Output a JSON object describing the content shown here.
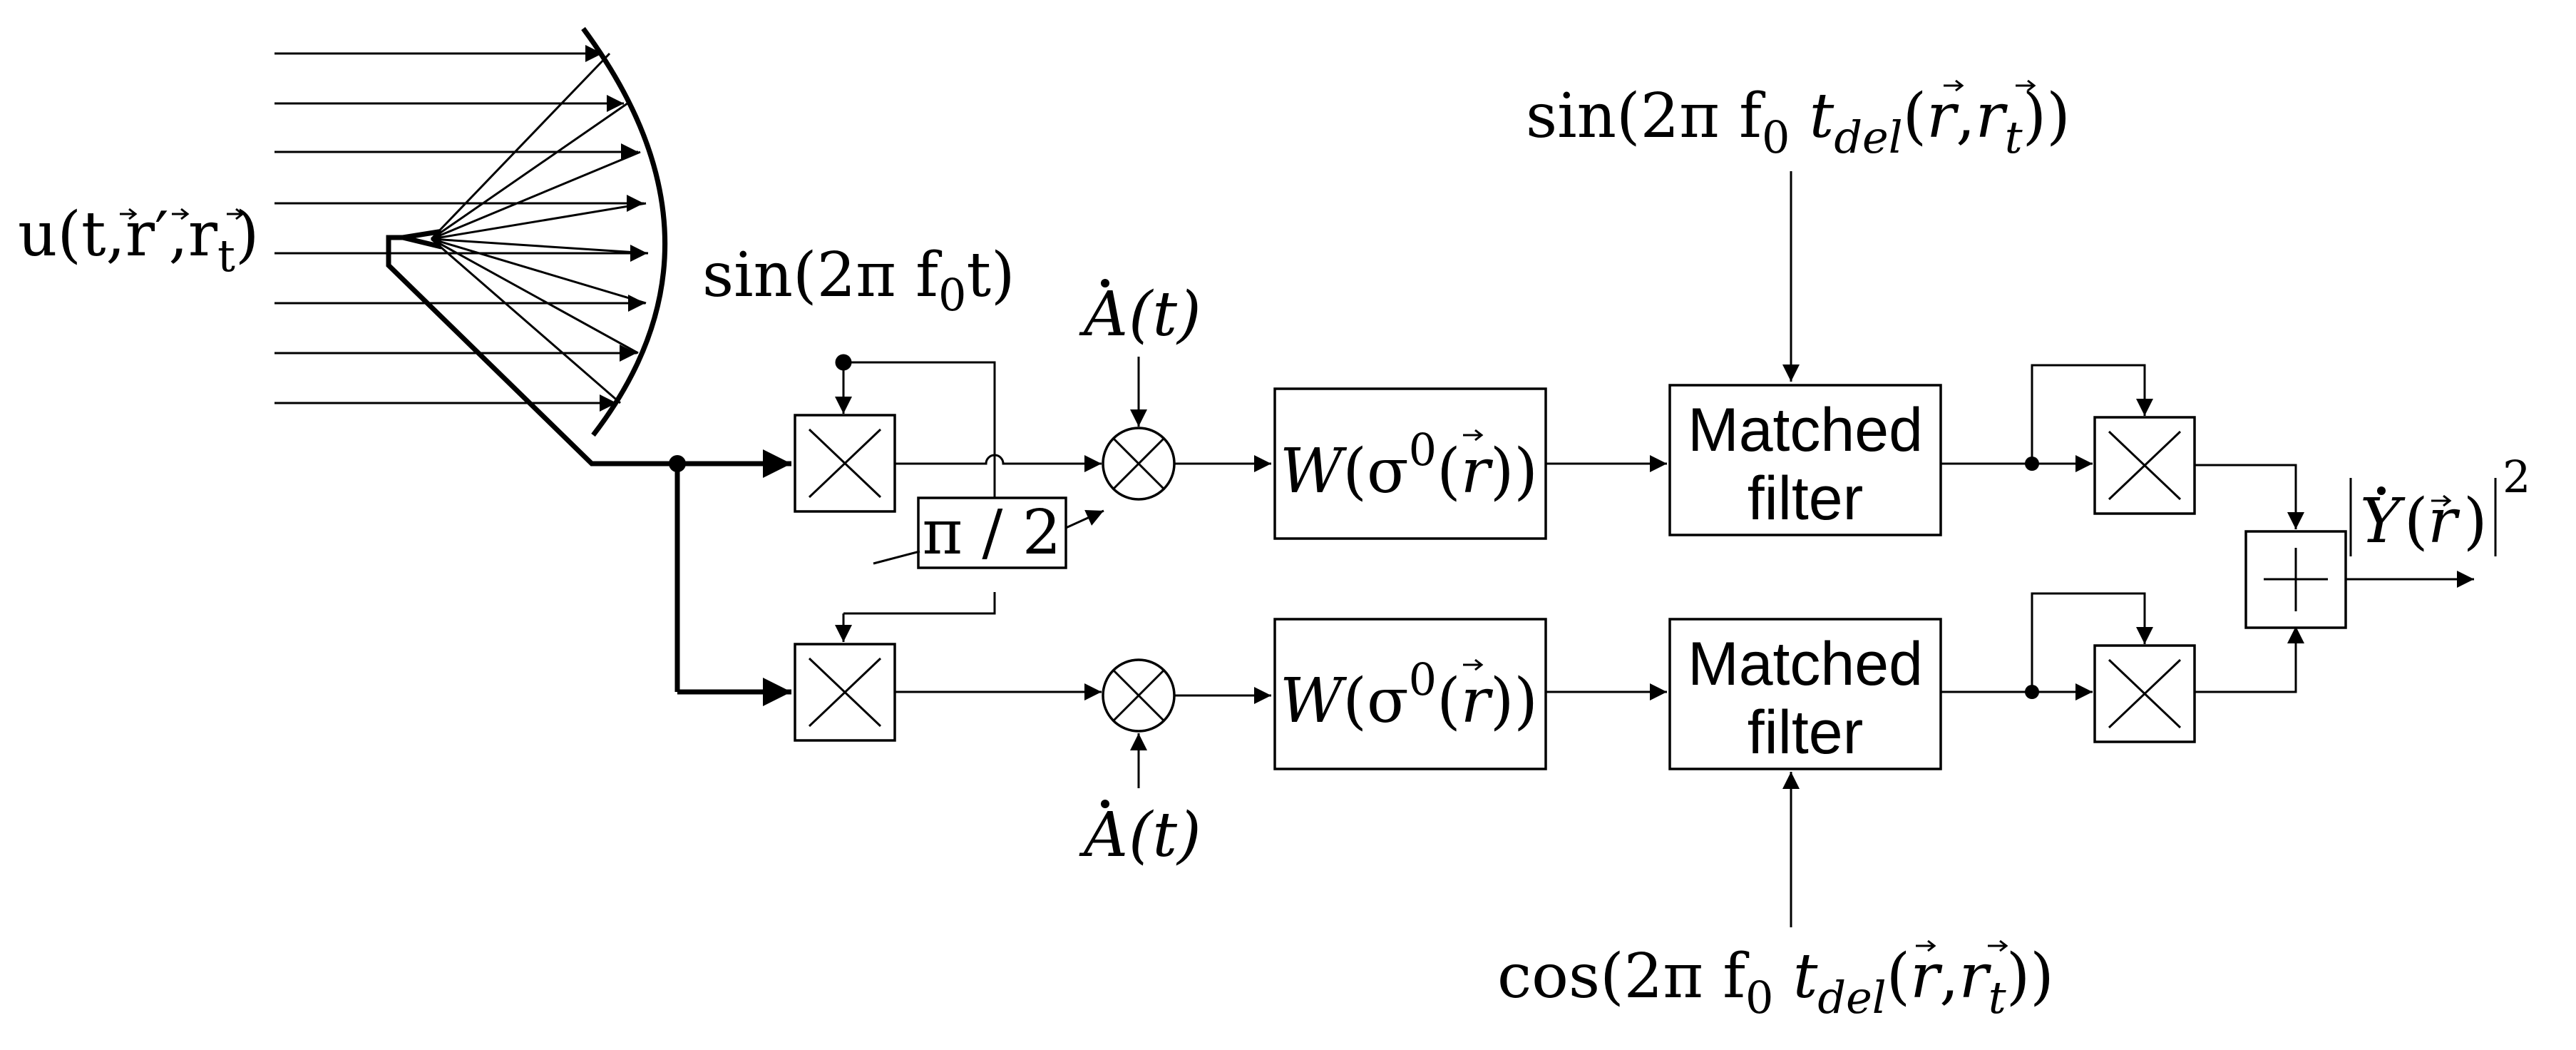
{
  "input_signal": {
    "base": "u(t,",
    "r_prime": "r′",
    "sep": ",",
    "r": "r",
    "sub_t": "t",
    "close": ")"
  },
  "carrier": {
    "prefix": "sin(2π f",
    "sub0": "0",
    "suffix": "t)"
  },
  "phase_shifter": "π / 2",
  "amplitude": {
    "symbol": "A",
    "arg": "(t)"
  },
  "weighting": {
    "W": "W",
    "open": "(σ",
    "sup": "0",
    "paren": "(",
    "r": "r",
    "close": "))"
  },
  "matched_filter": {
    "line1": "Matched",
    "line2": "filter"
  },
  "reference_top": {
    "prefix": "sin(2π f",
    "sub0": "0",
    "t": " t",
    "del": "del",
    "open": "(",
    "r": "r",
    "comma": ",",
    "r2": "r",
    "sub_t": "t",
    "close": "))"
  },
  "reference_bottom": {
    "prefix": "cos(2π f",
    "sub0": "0",
    "t": " t",
    "del": "del",
    "open": "(",
    "r": "r",
    "comma": ",",
    "r2": "r",
    "sub_t": "t",
    "close": "))"
  },
  "output": {
    "Y": "Y",
    "open": "(",
    "r": "r",
    "close": ")",
    "power": "2"
  },
  "multiplier_symbol": "×",
  "adder_symbol": "+"
}
